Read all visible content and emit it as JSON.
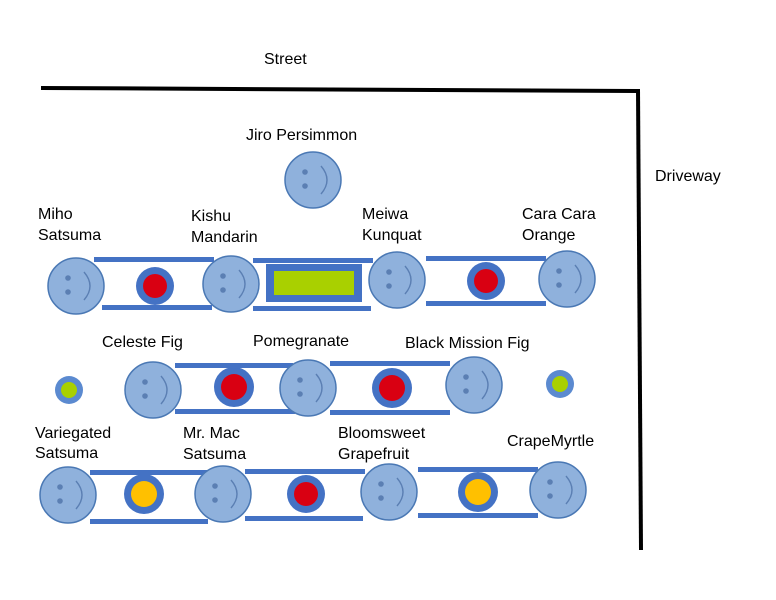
{
  "labels": {
    "street": "Street",
    "driveway": "Driveway"
  },
  "plants": {
    "jiro_persimmon": "Jiro Persimmon",
    "miho_line1": "Miho",
    "miho_line2": "Satsuma",
    "kishu_line1": "Kishu",
    "kishu_line2": "Mandarin",
    "meiwa_line1": "Meiwa",
    "meiwa_line2": "Kunquat",
    "caracara_line1": "Cara Cara",
    "caracara_line2": "Orange",
    "celeste_fig": "Celeste Fig",
    "pomegranate": "Pomegranate",
    "black_mission_fig": "Black Mission Fig",
    "variegated_line1": "Variegated",
    "variegated_line2": "Satsuma",
    "mrmac_line1": "Mr. Mac",
    "mrmac_line2": "Satsuma",
    "bloomsweet_line1": "Bloomsweet",
    "bloomsweet_line2": "Grapefruit",
    "crapemyrtle": "CrapeMyrtle"
  },
  "colors": {
    "boundary": "#000000",
    "tree_fill": "#8fb1dc",
    "bed_blue": "#4472c4",
    "red_marker": "#d90012",
    "yellow_marker": "#ffc000",
    "green_marker": "#a9d000"
  }
}
